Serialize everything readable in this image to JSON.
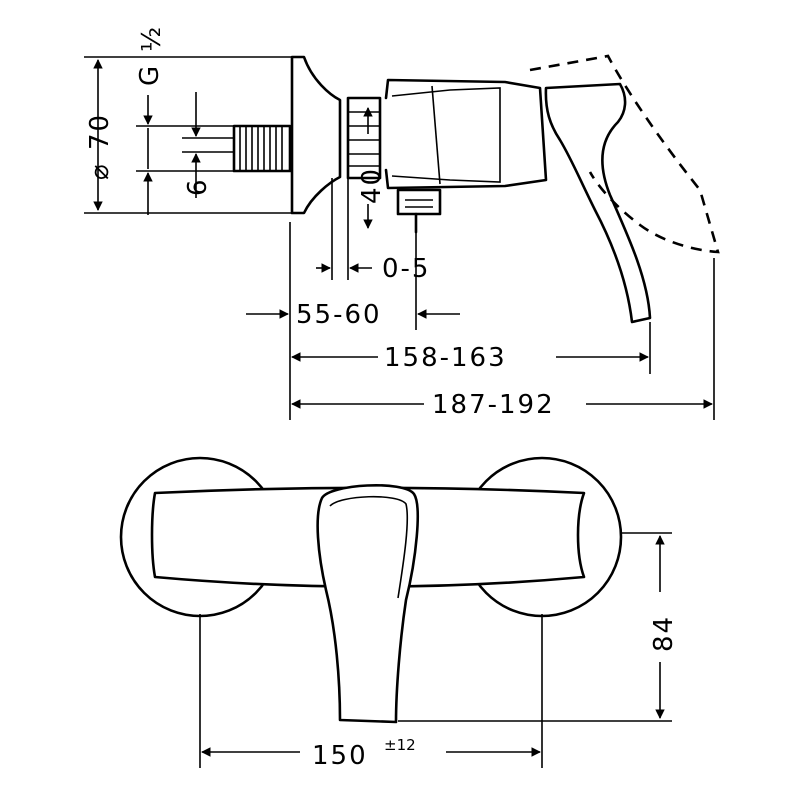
{
  "dimensions": {
    "diameter_symbol": "⌀",
    "rosette_diameter": "70",
    "thread_letter": "G",
    "thread_size": "½",
    "thread_length": "6",
    "nut_width": "40",
    "adjust_range": "0-5",
    "wall_offset": "55-60",
    "lever_reach": "158-163",
    "overall_reach": "187-192",
    "body_height": "84",
    "centers": "150",
    "centers_tolerance": "±12"
  },
  "colors": {
    "line": "#000000",
    "background": "#ffffff"
  }
}
